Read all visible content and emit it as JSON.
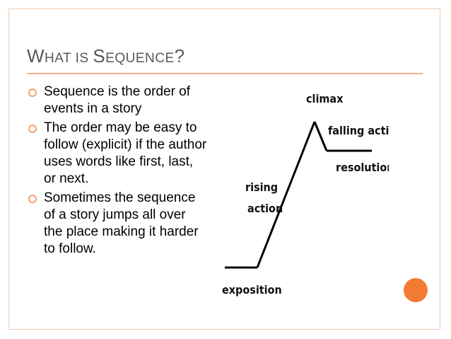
{
  "slide": {
    "title_parts": {
      "w": "W",
      "hat_is_": "HAT IS ",
      "s": "S",
      "equence": "EQUENCE",
      "q": "?"
    },
    "bullets": [
      "Sequence is the order of events in a story",
      "The order may be easy to follow (explicit) if the author uses words like first, last, or next.",
      "Sometimes the sequence of a story jumps all over the place making it harder to follow."
    ],
    "diagram": {
      "climax": "climax",
      "falling_action": "falling action",
      "resolution": "resolution",
      "rising": "rising",
      "action": "action",
      "exposition": "exposition"
    },
    "colors": {
      "accent": "#f4b183",
      "dot": "#f47a34",
      "title": "#595959"
    }
  }
}
